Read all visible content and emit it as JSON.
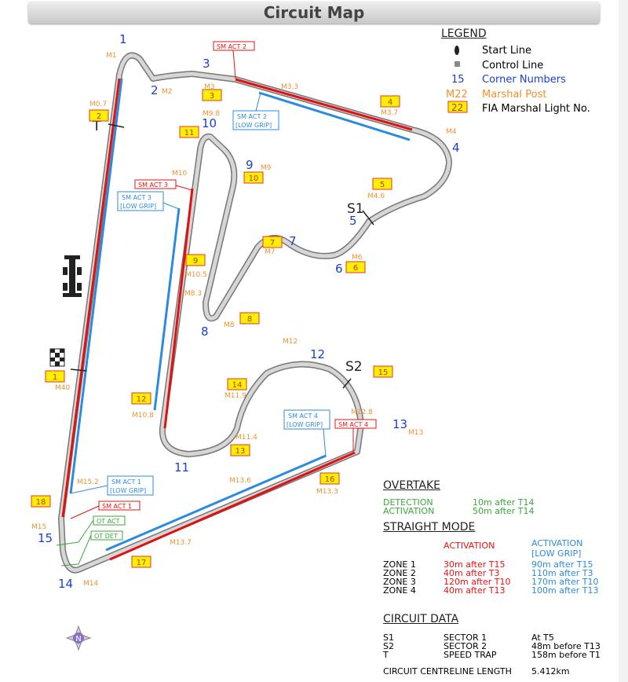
{
  "title": "Circuit Map",
  "legend": {
    "heading": "LEGEND",
    "start": "Start Line",
    "control": "Control Line",
    "corner_sample": "15",
    "corner": "Corner Numbers",
    "marshal_sample": "M22",
    "marshal": "Marshal Post",
    "light_sample": "22",
    "light": "FIA Marshal Light No."
  },
  "corners": [
    "1",
    "2",
    "3",
    "4",
    "5",
    "6",
    "7",
    "8",
    "9",
    "10",
    "11",
    "12",
    "13",
    "14",
    "15"
  ],
  "markers": {
    "s1": "S1",
    "s2": "S2",
    "t": "T"
  },
  "posts": [
    "M1",
    "M2",
    "M3",
    "M3.3",
    "M3.7",
    "M4",
    "M4.6",
    "M6",
    "M7",
    "M8",
    "M8.3",
    "M9",
    "M9.8",
    "M10",
    "M10.5",
    "M10.8",
    "M11.4",
    "M11.9",
    "M12",
    "M12.8",
    "M13",
    "M13.3",
    "M13.6",
    "M13.7",
    "M14",
    "M15",
    "M15.2",
    "M0.7",
    "M40"
  ],
  "lights": [
    "1",
    "2",
    "3",
    "4",
    "5",
    "6",
    "7",
    "8",
    "9",
    "10",
    "11",
    "12",
    "13",
    "14",
    "15",
    "16",
    "17",
    "18"
  ],
  "zones": {
    "sm1": "SM ACT 1",
    "sm2": "SM ACT 2",
    "sm3": "SM ACT 3",
    "sm4": "SM ACT 4",
    "lg1": [
      "SM ACT 1",
      "[LOW GRIP]"
    ],
    "lg2": [
      "SM ACT 2",
      "[LOW GRIP]"
    ],
    "lg3": [
      "SM ACT 3",
      "[LOW GRIP]"
    ],
    "lg4": [
      "SM ACT 4",
      "[LOW GRIP]"
    ],
    "ot_act": "OT ACT",
    "ot_det": "OT DET"
  },
  "overtake": {
    "heading": "OVERTAKE",
    "rows": [
      [
        "DETECTION",
        "10m after T14"
      ],
      [
        "ACTIVATION",
        "50m after T14"
      ]
    ]
  },
  "straight_mode": {
    "heading": "STRAIGHT MODE",
    "col1": "ACTIVATION",
    "col2": [
      "ACTIVATION",
      "[LOW GRIP]"
    ],
    "rows": [
      [
        "ZONE 1",
        "30m after T15",
        "90m after T15"
      ],
      [
        "ZONE 2",
        "40m after T3",
        "110m after T3"
      ],
      [
        "ZONE 3",
        "120m after T10",
        "170m after T10"
      ],
      [
        "ZONE 4",
        "40m after T13",
        "100m after T13"
      ]
    ]
  },
  "circuit_data": {
    "heading": "CIRCUIT DATA",
    "rows": [
      [
        "S1",
        "SECTOR 1",
        "At T5"
      ],
      [
        "S2",
        "SECTOR 2",
        "48m before T13"
      ],
      [
        "T",
        "SPEED TRAP",
        "158m before T1"
      ]
    ],
    "length_label": "CIRCUIT CENTRELINE LENGTH",
    "length": "5.412km"
  },
  "compass": "N",
  "colors": {
    "red": "#e11111",
    "blue": "#2b8be0",
    "green": "#3aa83a",
    "orange": "#f0922e",
    "corner": "#1a3fd6"
  }
}
